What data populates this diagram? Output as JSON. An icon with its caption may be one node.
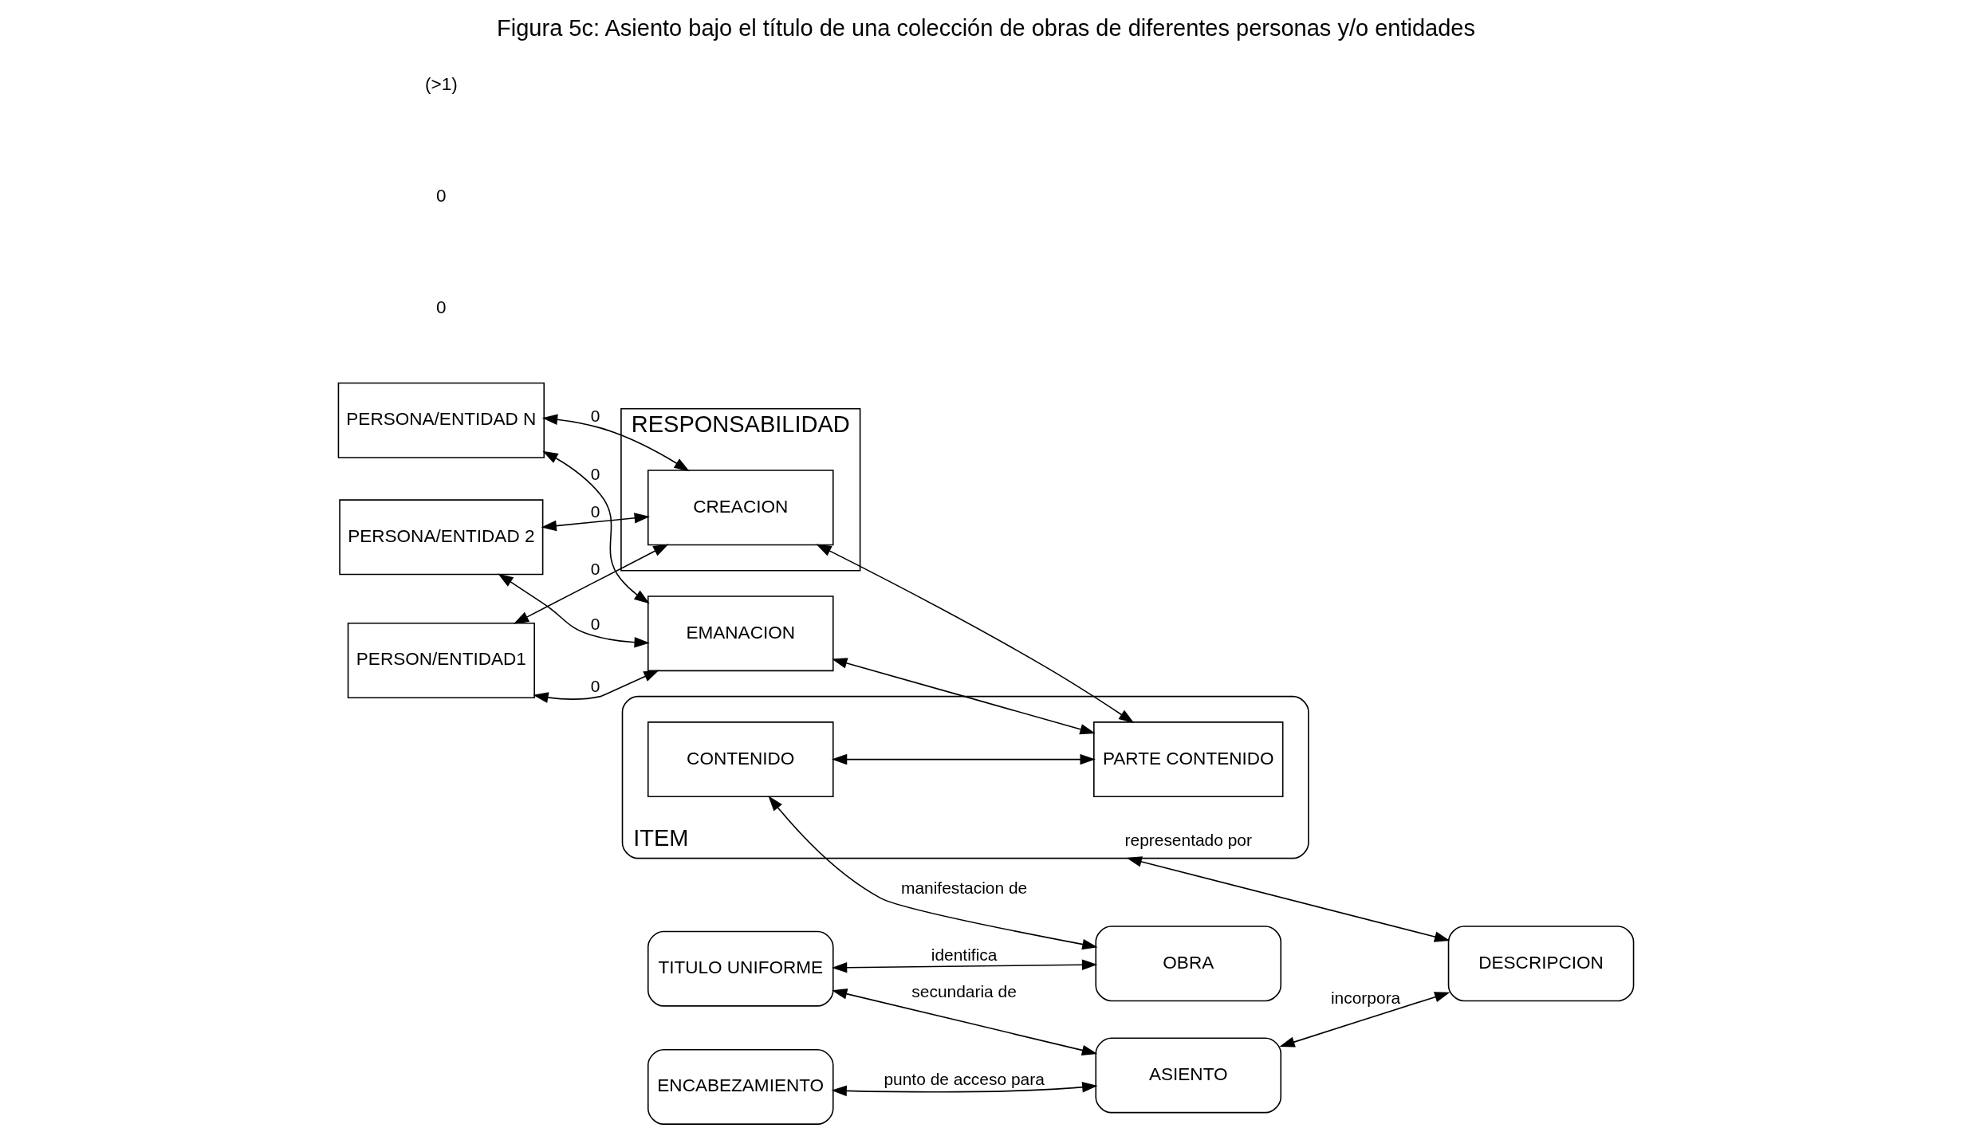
{
  "diagram": {
    "title": "Figura 5c: Asiento bajo el título de una colección de obras de diferentes personas y/o entidades",
    "nodes": [
      {
        "text": [
          "PERSONA/ENTIDAD N"
        ]
      },
      {
        "text": [
          "PERSONA/ENTIDAD 2"
        ]
      },
      {
        "text": [
          "PERSON/ENTIDAD1"
        ]
      },
      {
        "text": [
          "RESPONSABILIDAD"
        ]
      },
      {
        "text": [
          "CREACION"
        ],
        "in": 3
      },
      {
        "text": [
          "EMANACION"
        ]
      },
      {
        "text": [
          "ITEM"
        ]
      },
      {
        "text": [
          "CONTENIDO"
        ],
        "in": 6
      },
      {
        "text": [
          "PARTE CONTENIDO"
        ],
        "in": 6
      },
      {
        "text": [
          "ENCABEZAMIENTO"
        ]
      },
      {
        "text": [
          "TITULO UNIFORME"
        ]
      },
      {
        "text": [
          "ASIENTO"
        ]
      },
      {
        "text": [
          "OBRA"
        ]
      },
      {
        "text": [
          "DESCRIPCION"
        ]
      }
    ],
    "edges": [
      {
        "from": 0,
        "to": 4,
        "arrow": "both",
        "label": "0"
      },
      {
        "from": 1,
        "to": 4,
        "arrow": "both",
        "label": "0"
      },
      {
        "from": 2,
        "to": 4,
        "arrow": "both",
        "label": "0"
      },
      {
        "from": 0,
        "to": 5,
        "arrow": "both",
        "label": "0"
      },
      {
        "from": 1,
        "to": 5,
        "arrow": "both",
        "label": "0"
      },
      {
        "from": 2,
        "to": 5,
        "arrow": "both",
        "label": "0"
      },
      {
        "from": 4,
        "to": 8,
        "arrow": "both"
      },
      {
        "from": 5,
        "to": 8,
        "arrow": "both"
      },
      {
        "from": 7,
        "to": 8,
        "arrow": "both"
      },
      {
        "from": 6,
        "to": 13,
        "arrow": "both",
        "label": "representado por"
      },
      {
        "from": 7,
        "to": 12,
        "arrow": "both",
        "label": "manifestacion de"
      },
      {
        "from": 9,
        "to": 11,
        "arrow": "both",
        "label": "punto de acceso para"
      },
      {
        "from": 10,
        "to": 11,
        "arrow": "both",
        "label": "secundaria de"
      },
      {
        "from": 10,
        "to": 12,
        "arrow": "both",
        "label": "identifica"
      },
      {
        "from": 11,
        "to": 13,
        "arrow": "both",
        "label": "incorpora"
      }
    ],
    "labels": [
      "0",
      "0",
      "(>1)"
    ]
  }
}
